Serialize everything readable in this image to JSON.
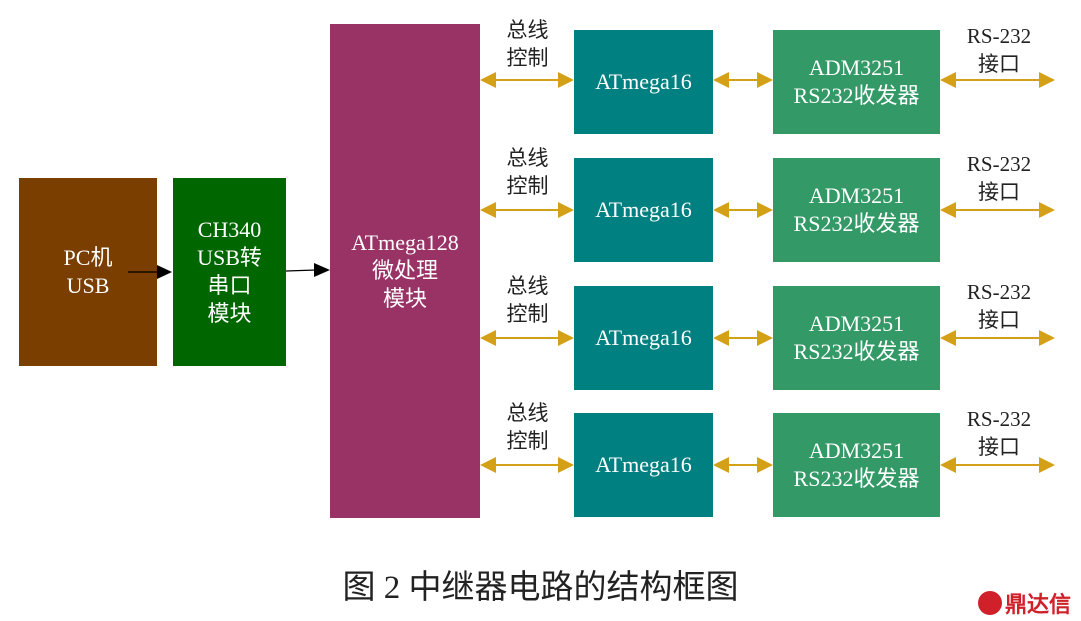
{
  "pc": {
    "lines": [
      "PC机",
      "USB"
    ],
    "color": "#7a3e00"
  },
  "ch340": {
    "lines": [
      "CH340",
      "USB转",
      "串口",
      "模块"
    ],
    "color": "#006600"
  },
  "mcu": {
    "lines": [
      "ATmega128",
      "微处理",
      "模块"
    ],
    "color": "#993366"
  },
  "rows": [
    {
      "bus": [
        "总线",
        "控制"
      ],
      "slave": "ATmega16",
      "xcvr": [
        "ADM3251",
        "RS232收发器"
      ],
      "port": [
        "RS-232",
        "接口"
      ]
    },
    {
      "bus": [
        "总线",
        "控制"
      ],
      "slave": "ATmega16",
      "xcvr": [
        "ADM3251",
        "RS232收发器"
      ],
      "port": [
        "RS-232",
        "接口"
      ]
    },
    {
      "bus": [
        "总线",
        "控制"
      ],
      "slave": "ATmega16",
      "xcvr": [
        "ADM3251",
        "RS232收发器"
      ],
      "port": [
        "RS-232",
        "接口"
      ]
    },
    {
      "bus": [
        "总线",
        "控制"
      ],
      "slave": "ATmega16",
      "xcvr": [
        "ADM3251",
        "RS232收发器"
      ],
      "port": [
        "RS-232",
        "接口"
      ]
    }
  ],
  "colors": {
    "slave": "#008080",
    "xcvr": "#339966",
    "arrow": "#d4a017"
  },
  "caption": "图 2 中继器电路的结构框图",
  "logo": "鼎达信"
}
